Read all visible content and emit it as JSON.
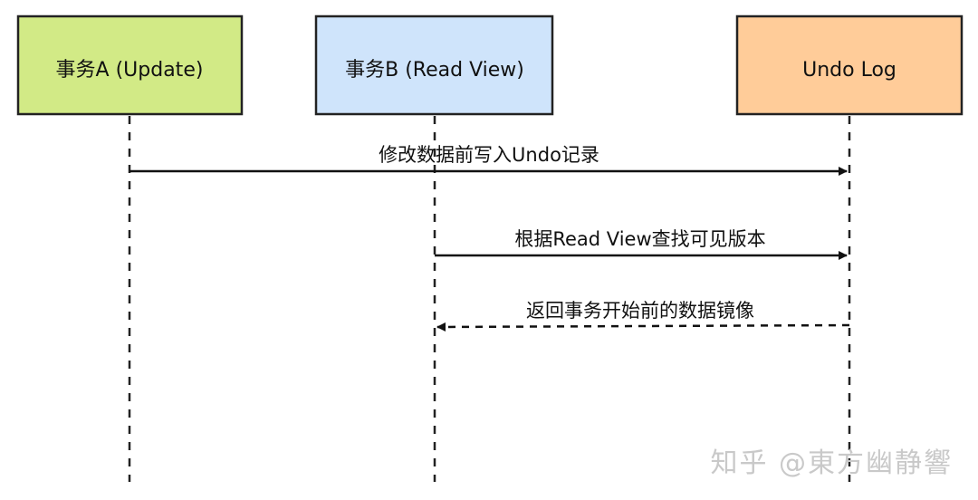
{
  "participants": [
    {
      "id": "txA",
      "label": "事务A (Update)",
      "color": "#d2ea86"
    },
    {
      "id": "txB",
      "label": "事务B (Read View)",
      "color": "#cfe4fb"
    },
    {
      "id": "undo",
      "label": "Undo Log",
      "color": "#ffcc99"
    }
  ],
  "messages": [
    {
      "from": "txA",
      "to": "undo",
      "label": "修改数据前写入Undo记录",
      "style": "solid"
    },
    {
      "from": "txB",
      "to": "undo",
      "label": "根据Read View查找可见版本",
      "style": "solid"
    },
    {
      "from": "undo",
      "to": "txB",
      "label": "返回事务开始前的数据镜像",
      "style": "dashed"
    }
  ],
  "watermark": "知乎 @東方幽静響"
}
